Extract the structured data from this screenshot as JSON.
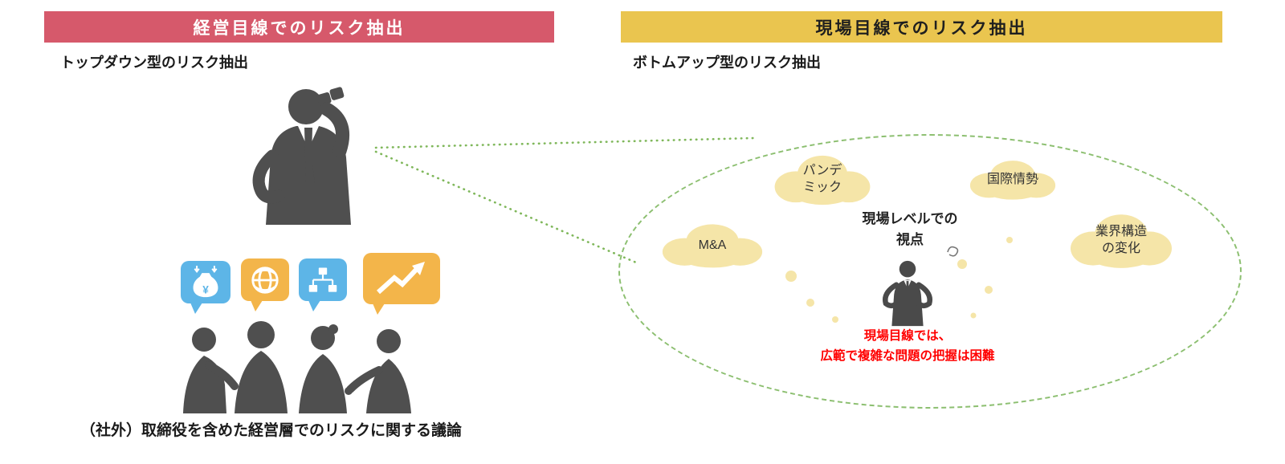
{
  "left": {
    "header": "経営目線でのリスク抽出",
    "subtitle": "トップダウン型のリスク抽出",
    "caption": "（社外）取締役を含めた経営層でのリスクに関する議論",
    "figures": [
      "executive-with-binoculars",
      "management-discussion-group"
    ]
  },
  "right": {
    "header": "現場目線でのリスク抽出",
    "subtitle": "ボトムアップ型のリスク抽出",
    "clouds": [
      {
        "label": "M&A"
      },
      {
        "label": "パンデ\nミック"
      },
      {
        "label": "国際情勢"
      },
      {
        "label": "業界構造\nの変化"
      }
    ],
    "center_label": "現場レベルでの\n視点",
    "warning": "現場目線では、\n広範で複雑な問題の把握は困難"
  },
  "icons": {
    "yen_symbol": "¥",
    "names": [
      "money-bag-icon",
      "globe-icon",
      "org-chart-icon",
      "trend-arrow-icon",
      "thought-scribble-icon"
    ]
  },
  "colors": {
    "left_header_bg": "#d6596b",
    "left_header_text": "#ffffff",
    "right_header_bg": "#eac54f",
    "right_header_text": "#1f1f1f",
    "bubble_blue": "#5db5e7",
    "bubble_yellow": "#f3b54a",
    "cloud_yellow": "#f5e5a8",
    "silhouette_gray": "#4f4f4f",
    "dashed_green": "#8cbf70",
    "warning_red": "#ff0000"
  }
}
